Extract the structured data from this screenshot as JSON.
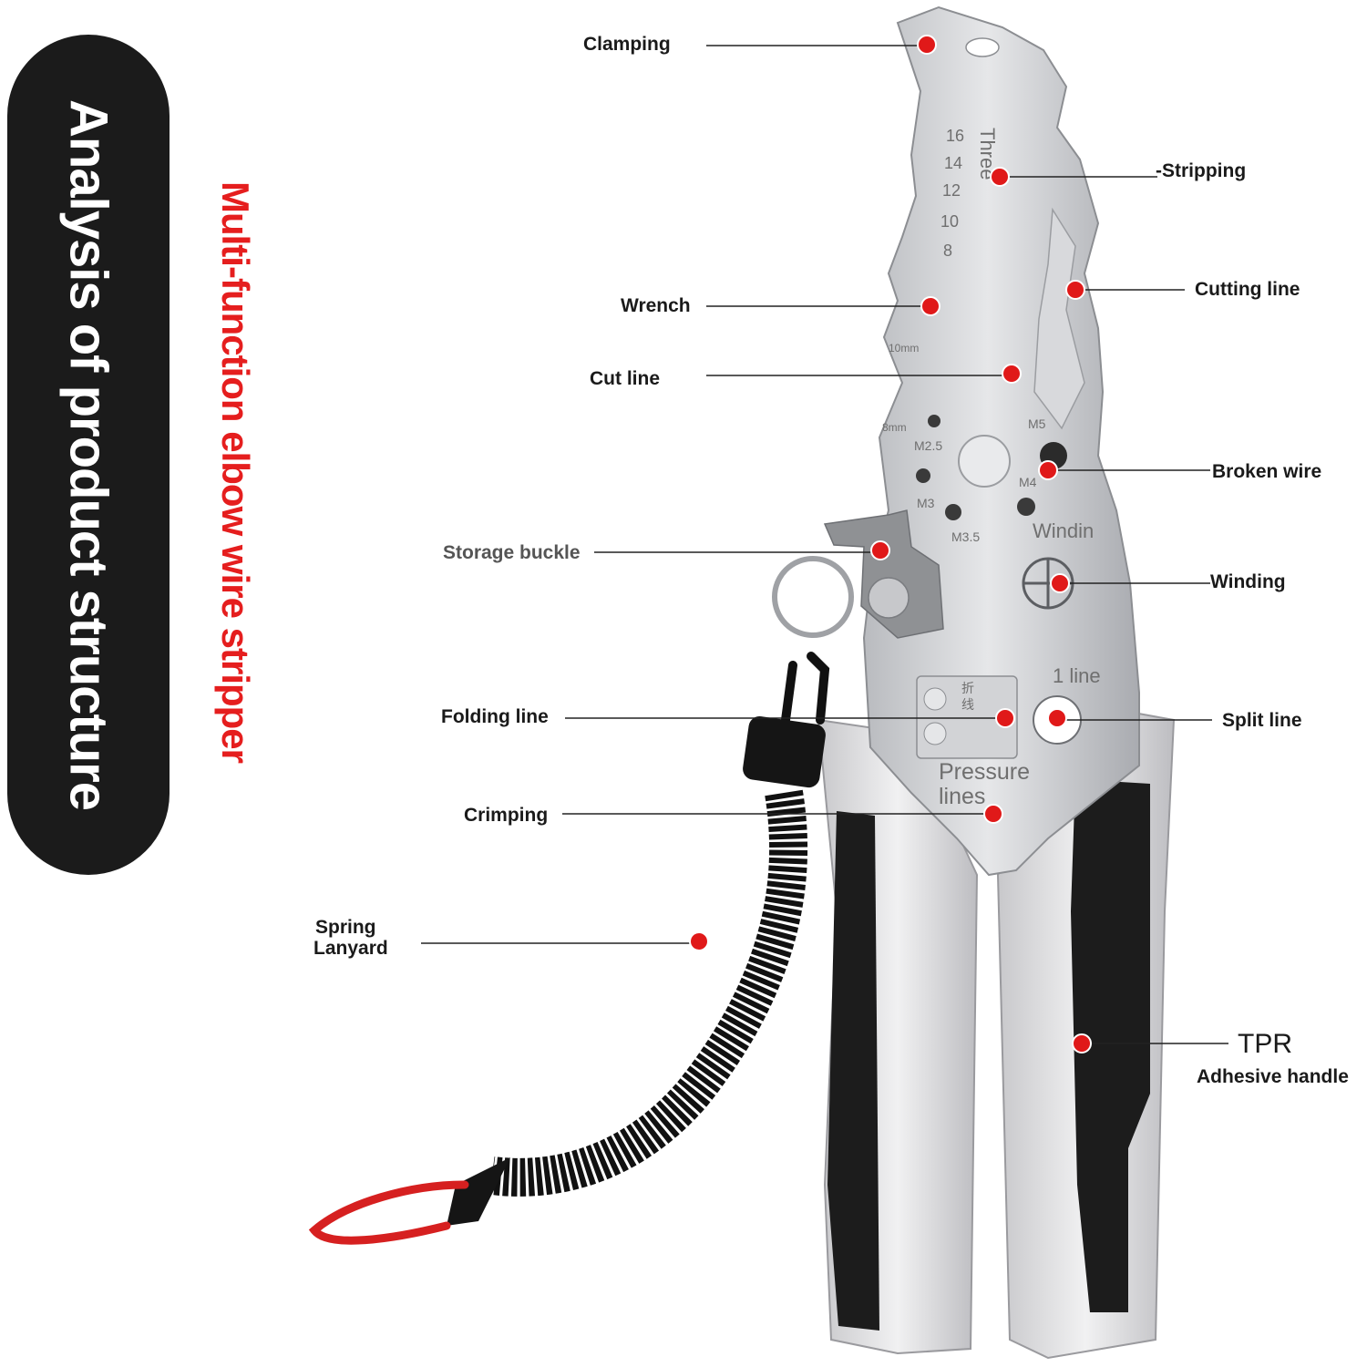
{
  "header": {
    "title": "Analysis of product structure",
    "subtitle": "Multi-function elbow wire stripper"
  },
  "colors": {
    "accent": "#e01919",
    "title_pill": "#1b1b1b",
    "handle_black": "#1c1c1c",
    "handle_grey": "#d4d4d6",
    "steel": "#c9cbce"
  },
  "callouts": {
    "clamping": "Clamping",
    "stripping": "-Stripping",
    "cutting_line": "Cutting line",
    "wrench": "Wrench",
    "cut_line": "Cut line",
    "broken_wire": "Broken wire",
    "storage_buckle": "Storage buckle",
    "winding": "Winding",
    "folding_line": "Folding line",
    "split_line": "Split line",
    "crimping": "Crimping",
    "spring": "Spring",
    "lanyard": "Lanyard",
    "tpr": "TPR",
    "adhesive_handle": "Adhesive handle"
  },
  "tool_markings": {
    "gauges": [
      "16",
      "14",
      "12",
      "10",
      "8"
    ],
    "three": "Three",
    "mm10": "10mm",
    "mm8": "8mm",
    "m5": "M5",
    "m25": "M2.5",
    "m4": "M4",
    "m3": "M3",
    "m35": "M3.5",
    "windin": "Windin",
    "one_line": "1 line",
    "pressure": "Pressure",
    "lines": "lines",
    "fold_cn_1": "折",
    "fold_cn_2": "线"
  }
}
